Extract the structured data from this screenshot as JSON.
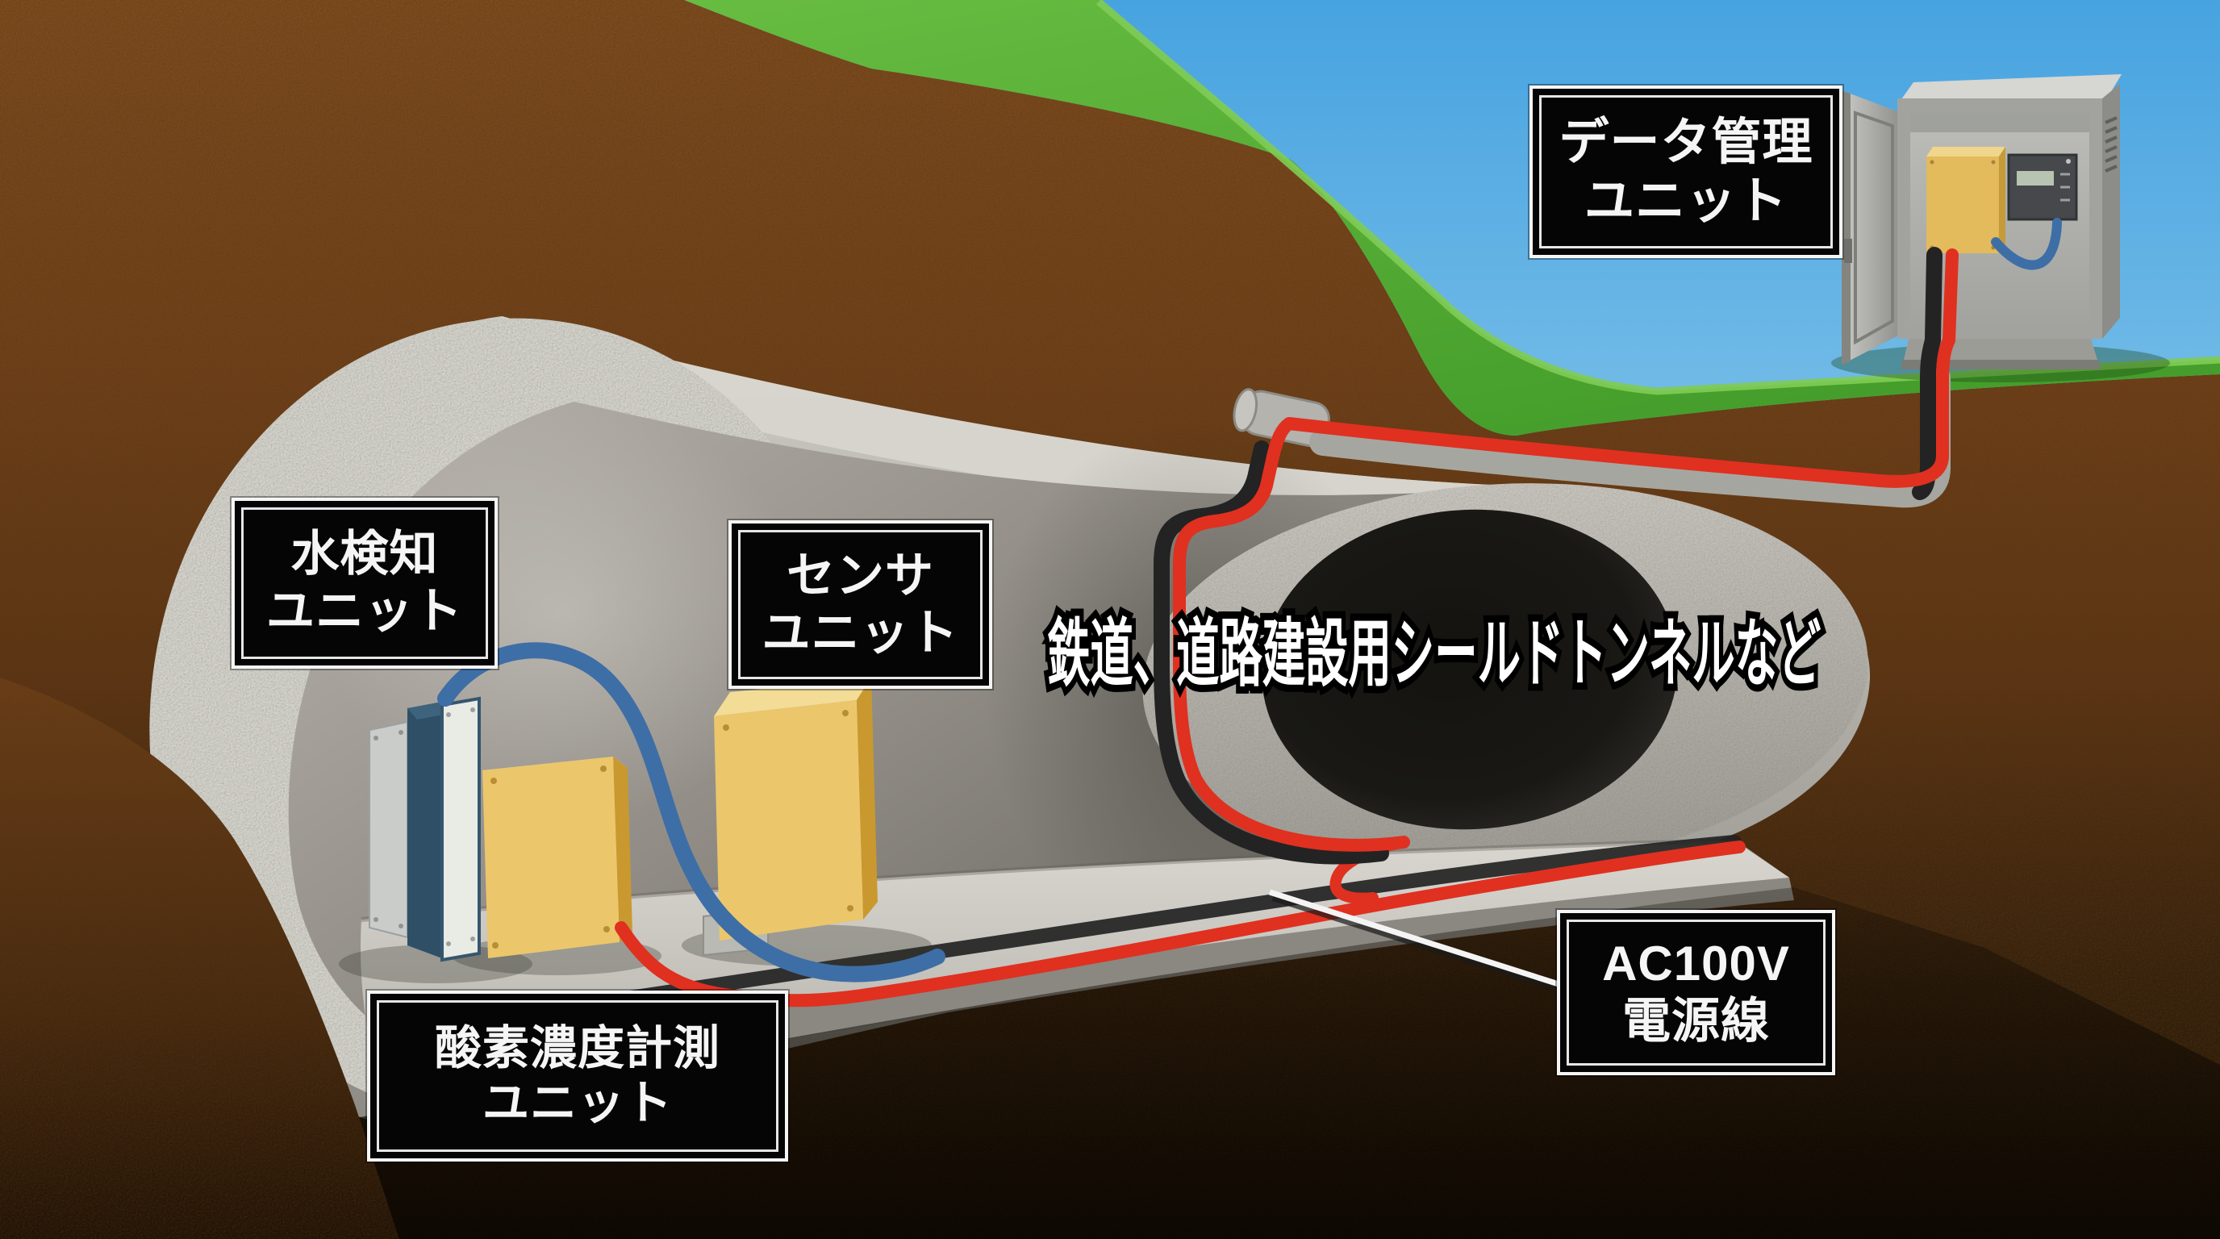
{
  "scene": {
    "description": "3D cutaway diagram of a shield tunnel monitoring system buried under a grassy hill",
    "caption": "鉄道、道路建設用シールドトンネルなど"
  },
  "labels": {
    "data_management": {
      "line1": "データ管理",
      "line2": "ユニット"
    },
    "water_detection": {
      "line1": "水検知",
      "line2": "ユニット"
    },
    "sensor": {
      "line1": "センサ",
      "line2": "ユニット"
    },
    "oxygen_measurement": {
      "line1": "酸素濃度計測",
      "line2": "ユニット"
    },
    "ac_power": {
      "line1": "AC100V",
      "line2": "電源線"
    }
  },
  "colors": {
    "label_background": "#050505",
    "label_border": "#f5f5f5",
    "label_text": "#f5f5f5",
    "caption_text": "#ffffff",
    "caption_outline": "#000000",
    "cable_red": "#e03020",
    "cable_blue": "#3e6ea6",
    "cable_black": "#232323",
    "conduit_gray": "#a6a6a0",
    "equipment_yellow": "#e5bc5e",
    "water_unit_blue": "#2e4f66",
    "grass_green": "#5cb23c",
    "earth_brown": "#6e4019",
    "sky_blue": "#47a3e0",
    "concrete_gray": "#c6c4bd"
  }
}
